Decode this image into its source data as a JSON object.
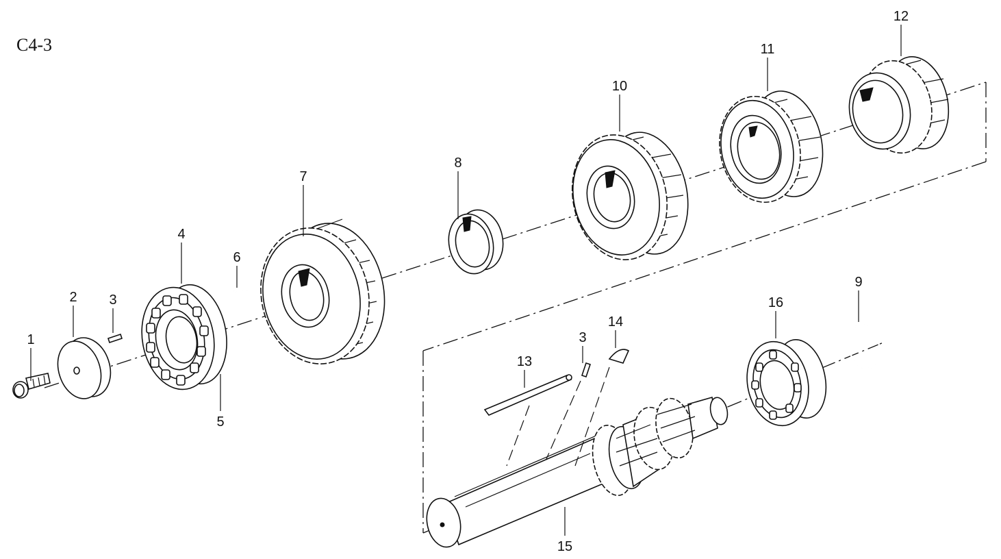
{
  "diagram": {
    "title": "C4-3",
    "callouts": [
      "1",
      "2",
      "3",
      "4",
      "5",
      "6",
      "7",
      "8",
      "9",
      "10",
      "11",
      "12",
      "13",
      "14",
      "15",
      "16",
      "3"
    ]
  }
}
